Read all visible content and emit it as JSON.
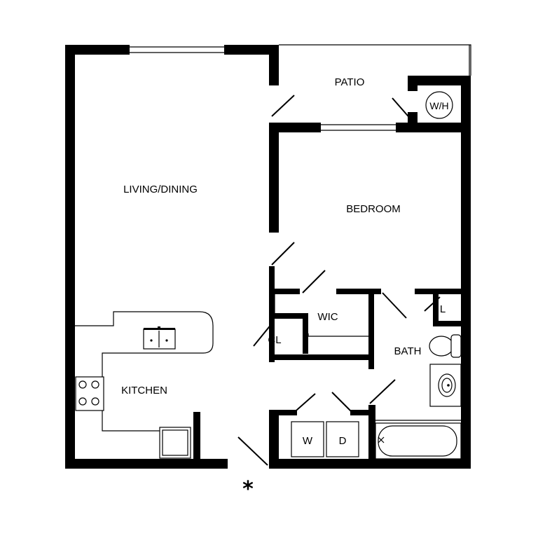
{
  "rooms": {
    "patio": "PATIO",
    "water_heater": "W/H",
    "living_dining": "LIVING/DINING",
    "bedroom": "BEDROOM",
    "wic": "WIC",
    "closet": "CL",
    "linen": "L",
    "bath": "BATH",
    "kitchen": "KITCHEN",
    "washer": "W",
    "dryer": "D"
  },
  "entry_marker": "*"
}
